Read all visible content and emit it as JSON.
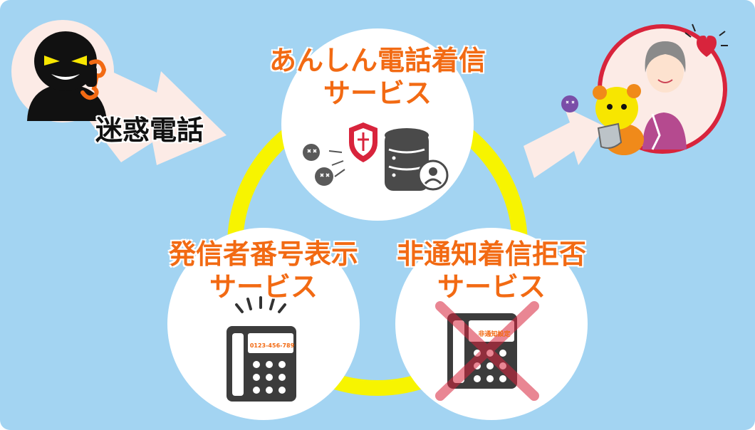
{
  "labels": {
    "spam_call": "迷惑電話",
    "anshin_line1": "あんしん電話着信",
    "anshin_line2": "サービス",
    "caller_id_line1": "発信者番号表示",
    "caller_id_line2": "サービス",
    "anonymous_reject_line1": "非通知着信拒否",
    "anonymous_reject_line2": "サービス",
    "phone_display": "0123-456-789",
    "phone_setting": "非通知設定"
  },
  "colors": {
    "background": "#a3d4f2",
    "label_orange": "#f26a13",
    "ring_yellow": "#f7f400",
    "protected_ring": "#d8243c",
    "reject_cross": "#d8243c"
  },
  "icons": [
    "villain-icon",
    "shield-icon",
    "database-icon",
    "user-icon",
    "virus-icon",
    "phone-icon",
    "heart-icon",
    "bear-mascot-icon",
    "elderly-woman-icon"
  ]
}
